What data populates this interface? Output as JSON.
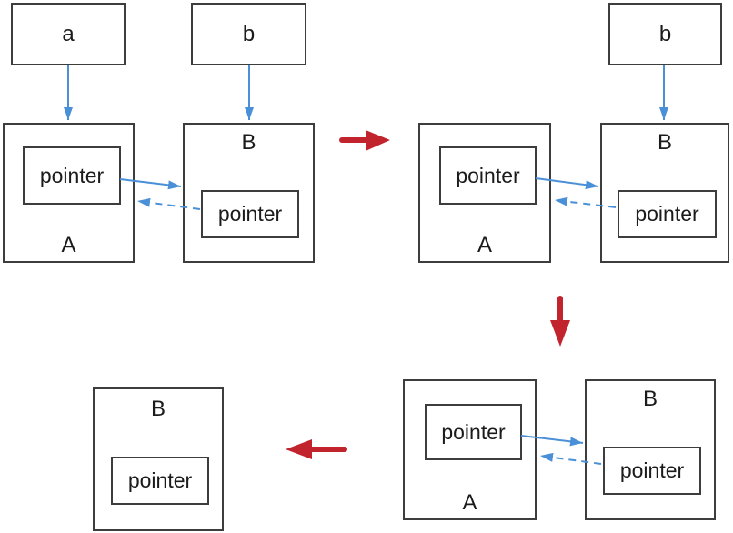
{
  "diagram": {
    "state1": {
      "handle_a_label": "a",
      "handle_b_label": "b",
      "object_a_label": "A",
      "object_a_pointer_label": "pointer",
      "object_b_label": "B",
      "object_b_pointer_label": "pointer"
    },
    "state2": {
      "handle_b_label": "b",
      "object_a_label": "A",
      "object_a_pointer_label": "pointer",
      "object_b_label": "B",
      "object_b_pointer_label": "pointer"
    },
    "state3": {
      "object_a_label": "A",
      "object_a_pointer_label": "pointer",
      "object_b_label": "B",
      "object_b_pointer_label": "pointer"
    },
    "state4": {
      "object_b_label": "B",
      "object_b_pointer_label": "pointer"
    },
    "arrows": [
      {
        "style": "solid-blue",
        "from": "state1 handle a",
        "to": "state1 object A"
      },
      {
        "style": "solid-blue",
        "from": "state1 handle b",
        "to": "state1 object B"
      },
      {
        "style": "solid-blue",
        "from": "state1 A pointer",
        "to": "state1 object B"
      },
      {
        "style": "dashed-blue",
        "from": "state1 B pointer",
        "to": "state1 object A"
      },
      {
        "style": "red-transition",
        "direction": "right",
        "from": "state1",
        "to": "state2"
      },
      {
        "style": "solid-blue",
        "from": "state2 handle b",
        "to": "state2 object B"
      },
      {
        "style": "solid-blue",
        "from": "state2 A pointer",
        "to": "state2 object B"
      },
      {
        "style": "dashed-blue",
        "from": "state2 B pointer",
        "to": "state2 object A"
      },
      {
        "style": "red-transition",
        "direction": "down",
        "from": "state2",
        "to": "state3"
      },
      {
        "style": "solid-blue",
        "from": "state3 A pointer",
        "to": "state3 object B"
      },
      {
        "style": "dashed-blue",
        "from": "state3 B pointer",
        "to": "state3 object A"
      },
      {
        "style": "red-transition",
        "direction": "left",
        "from": "state3",
        "to": "state4"
      }
    ]
  },
  "colors": {
    "pointer_arrow_blue": "#4a90d8",
    "transition_arrow_red": "#c2242e",
    "box_border": "#3d3d3d",
    "text": "#1b1b1b",
    "background": "#ffffff"
  }
}
